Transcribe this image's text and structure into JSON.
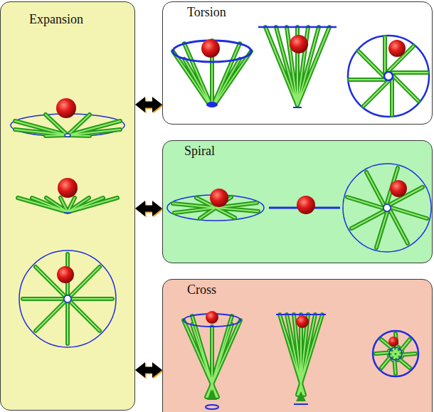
{
  "diagram": {
    "nodes": [
      {
        "text": [
          "Expansion"
        ]
      },
      {
        "text": [
          "Torsion"
        ]
      },
      {
        "text": [
          "Spiral"
        ]
      },
      {
        "text": [
          "Cross"
        ]
      }
    ],
    "edges": [
      {
        "from": 0,
        "to": 1,
        "arrow": "both"
      },
      {
        "from": 0,
        "to": 2,
        "arrow": "both"
      },
      {
        "from": 0,
        "to": 3,
        "arrow": "both"
      }
    ]
  }
}
